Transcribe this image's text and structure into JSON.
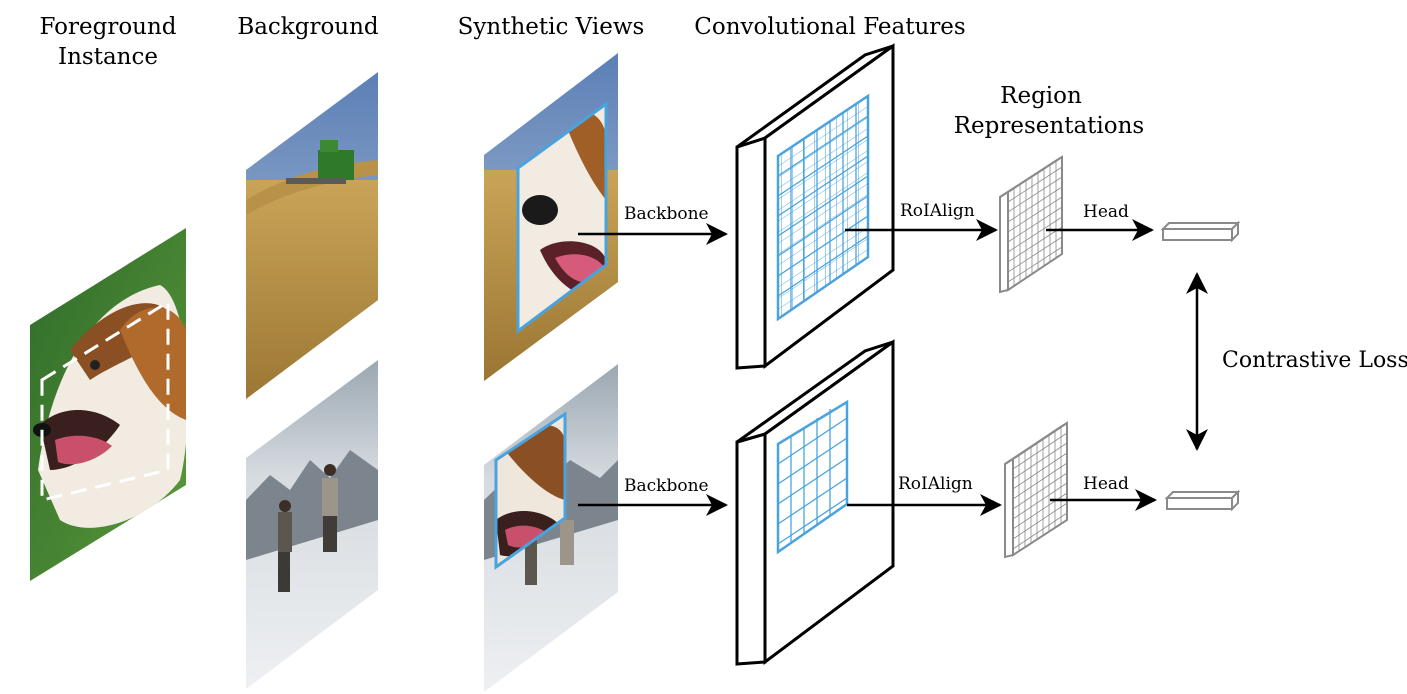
{
  "headers": {
    "foreground_line1": "Foreground",
    "foreground_line2": "Instance",
    "background": "Background",
    "synthetic": "Synthetic Views",
    "conv": "Convolutional Features",
    "region_line1": "Region",
    "region_line2": "Representations"
  },
  "labels": {
    "backbone_top": "Backbone",
    "backbone_bottom": "Backbone",
    "roialign_top": "RoIAlign",
    "roialign_bottom": "RoIAlign",
    "head_top": "Head",
    "head_bottom": "Head",
    "contrastive_loss": "Contrastive Loss"
  },
  "colors": {
    "grid_blue": "#4aa3df",
    "region_gray": "#8a8a8a",
    "arrow": "#000000"
  }
}
